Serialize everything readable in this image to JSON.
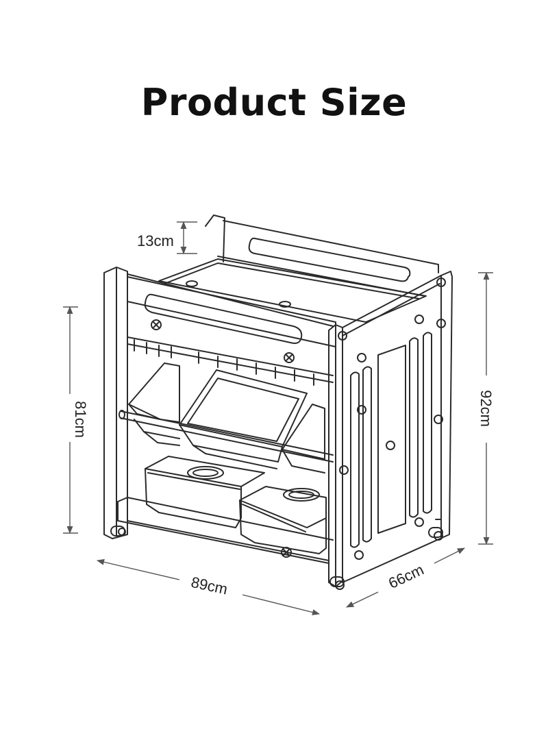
{
  "title": "Product Size",
  "dimensions": {
    "top_rail": "13cm",
    "left_height": "81cm",
    "right_height": "92cm",
    "width": "89cm",
    "depth": "66cm"
  },
  "colors": {
    "line": "#2a2a2a",
    "dim": "#555555",
    "text": "#111111"
  }
}
